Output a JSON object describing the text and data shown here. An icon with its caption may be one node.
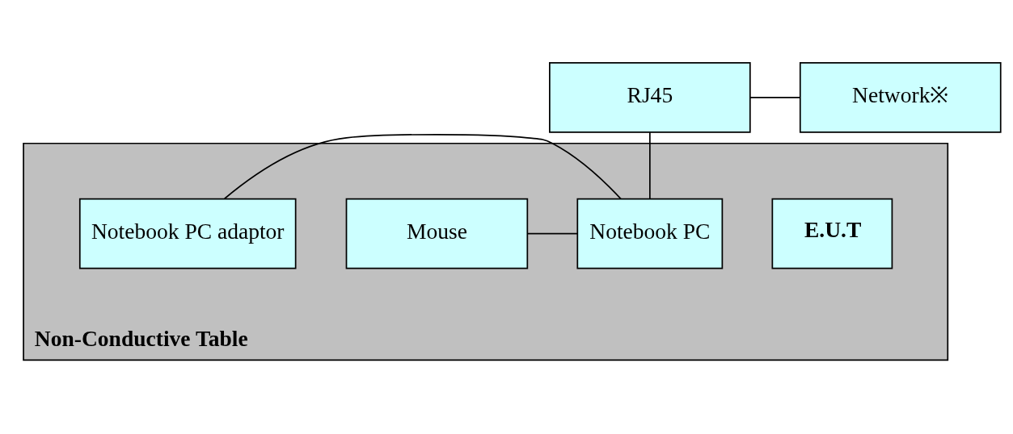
{
  "diagram": {
    "nodes": [
      {
        "text": [
          "Non-Conductive Table"
        ]
      },
      {
        "text": [
          "E.U.T"
        ],
        "in": 0
      },
      {
        "text": [
          "Notebook PC"
        ],
        "in": 0
      },
      {
        "text": [
          "Mouse"
        ],
        "in": 0
      },
      {
        "text": [
          "Notebook PC adaptor"
        ],
        "in": 0
      },
      {
        "text": [
          "RJ45"
        ]
      },
      {
        "text": [
          "Network※"
        ]
      }
    ],
    "edges": [
      {
        "from": 5,
        "to": 6,
        "arrow": "none"
      },
      {
        "from": 5,
        "to": 2,
        "arrow": "none"
      },
      {
        "from": 2,
        "to": 4,
        "arrow": "none"
      },
      {
        "from": 2,
        "to": 3,
        "arrow": "none"
      }
    ]
  }
}
